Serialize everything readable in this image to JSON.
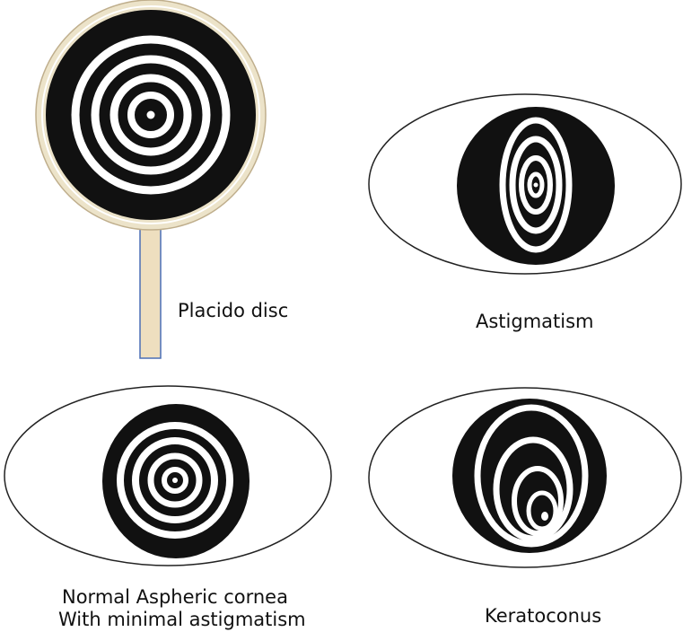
{
  "labels": {
    "placido": "Placido disc",
    "astigmatism": "Astigmatism",
    "normal_line1": "Normal Aspheric cornea",
    "normal_line2": "With minimal astigmatism",
    "keratoconus": "Keratoconus"
  },
  "colors": {
    "ring_dark": "#111111",
    "ring_light": "#ffffff",
    "disc_rim": "#ece3c9",
    "handle_fill": "#eedfbf",
    "handle_border": "#4a6fb5",
    "outline": "#222222"
  }
}
